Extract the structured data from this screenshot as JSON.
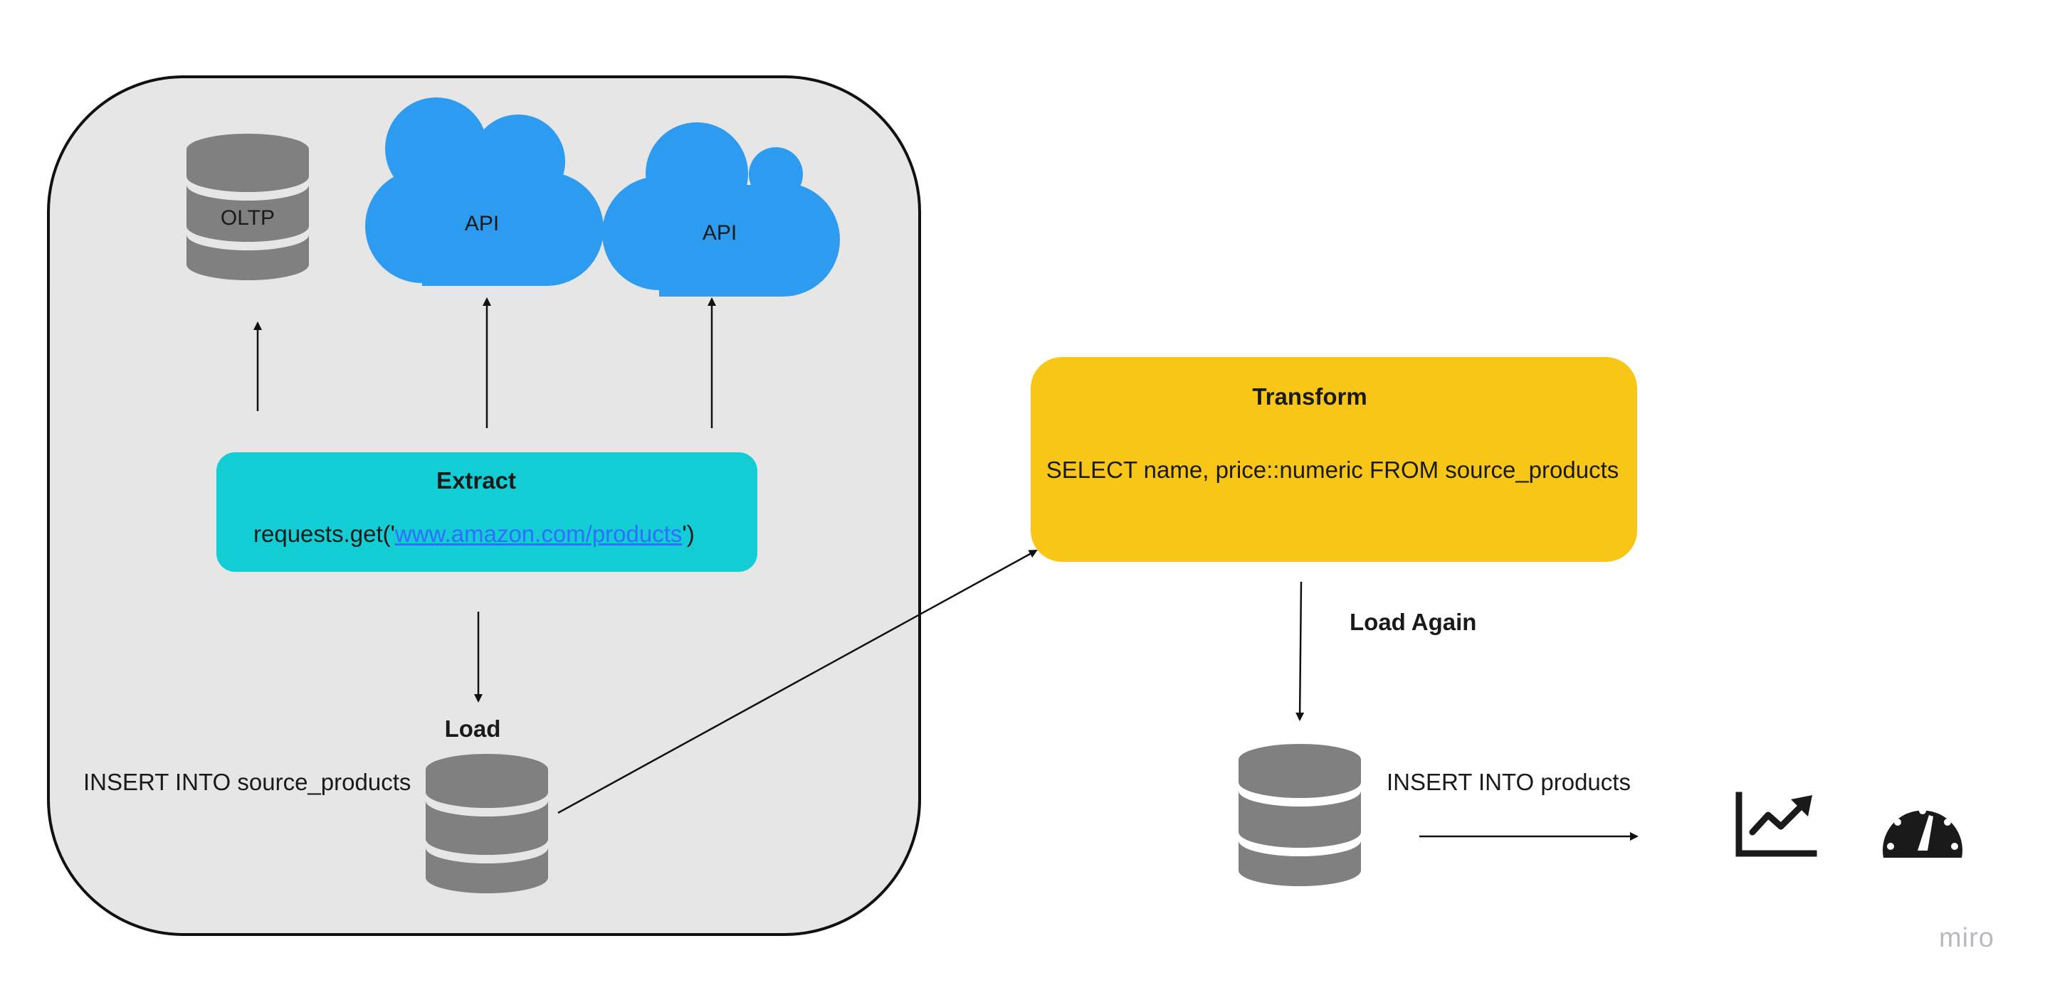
{
  "colors": {
    "container_fill": "#e6e6e7",
    "extract_fill": "#12cdd4",
    "transform_fill": "#f8c617",
    "cloud_fill": "#2d9bf0",
    "db_fill": "#808080",
    "icon_dark": "#1a1a1a",
    "watermark": "#b9b9bf"
  },
  "sources": {
    "oltp_label": "OLTP",
    "api_label_1": "API",
    "api_label_2": "API"
  },
  "extract": {
    "title": "Extract",
    "code_prefix": "requests.get('",
    "code_link": "www.amazon.com/products",
    "code_suffix": "')"
  },
  "load": {
    "title": "Load",
    "statement": "INSERT INTO source_products"
  },
  "transform": {
    "title": "Transform",
    "statement": "SELECT name, price::numeric FROM source_products"
  },
  "load_again": {
    "title": "Load Again",
    "statement": "INSERT INTO products"
  },
  "outputs": {
    "icons": [
      "chart-trending-up-icon",
      "speedometer-icon"
    ]
  },
  "watermark": "miro"
}
